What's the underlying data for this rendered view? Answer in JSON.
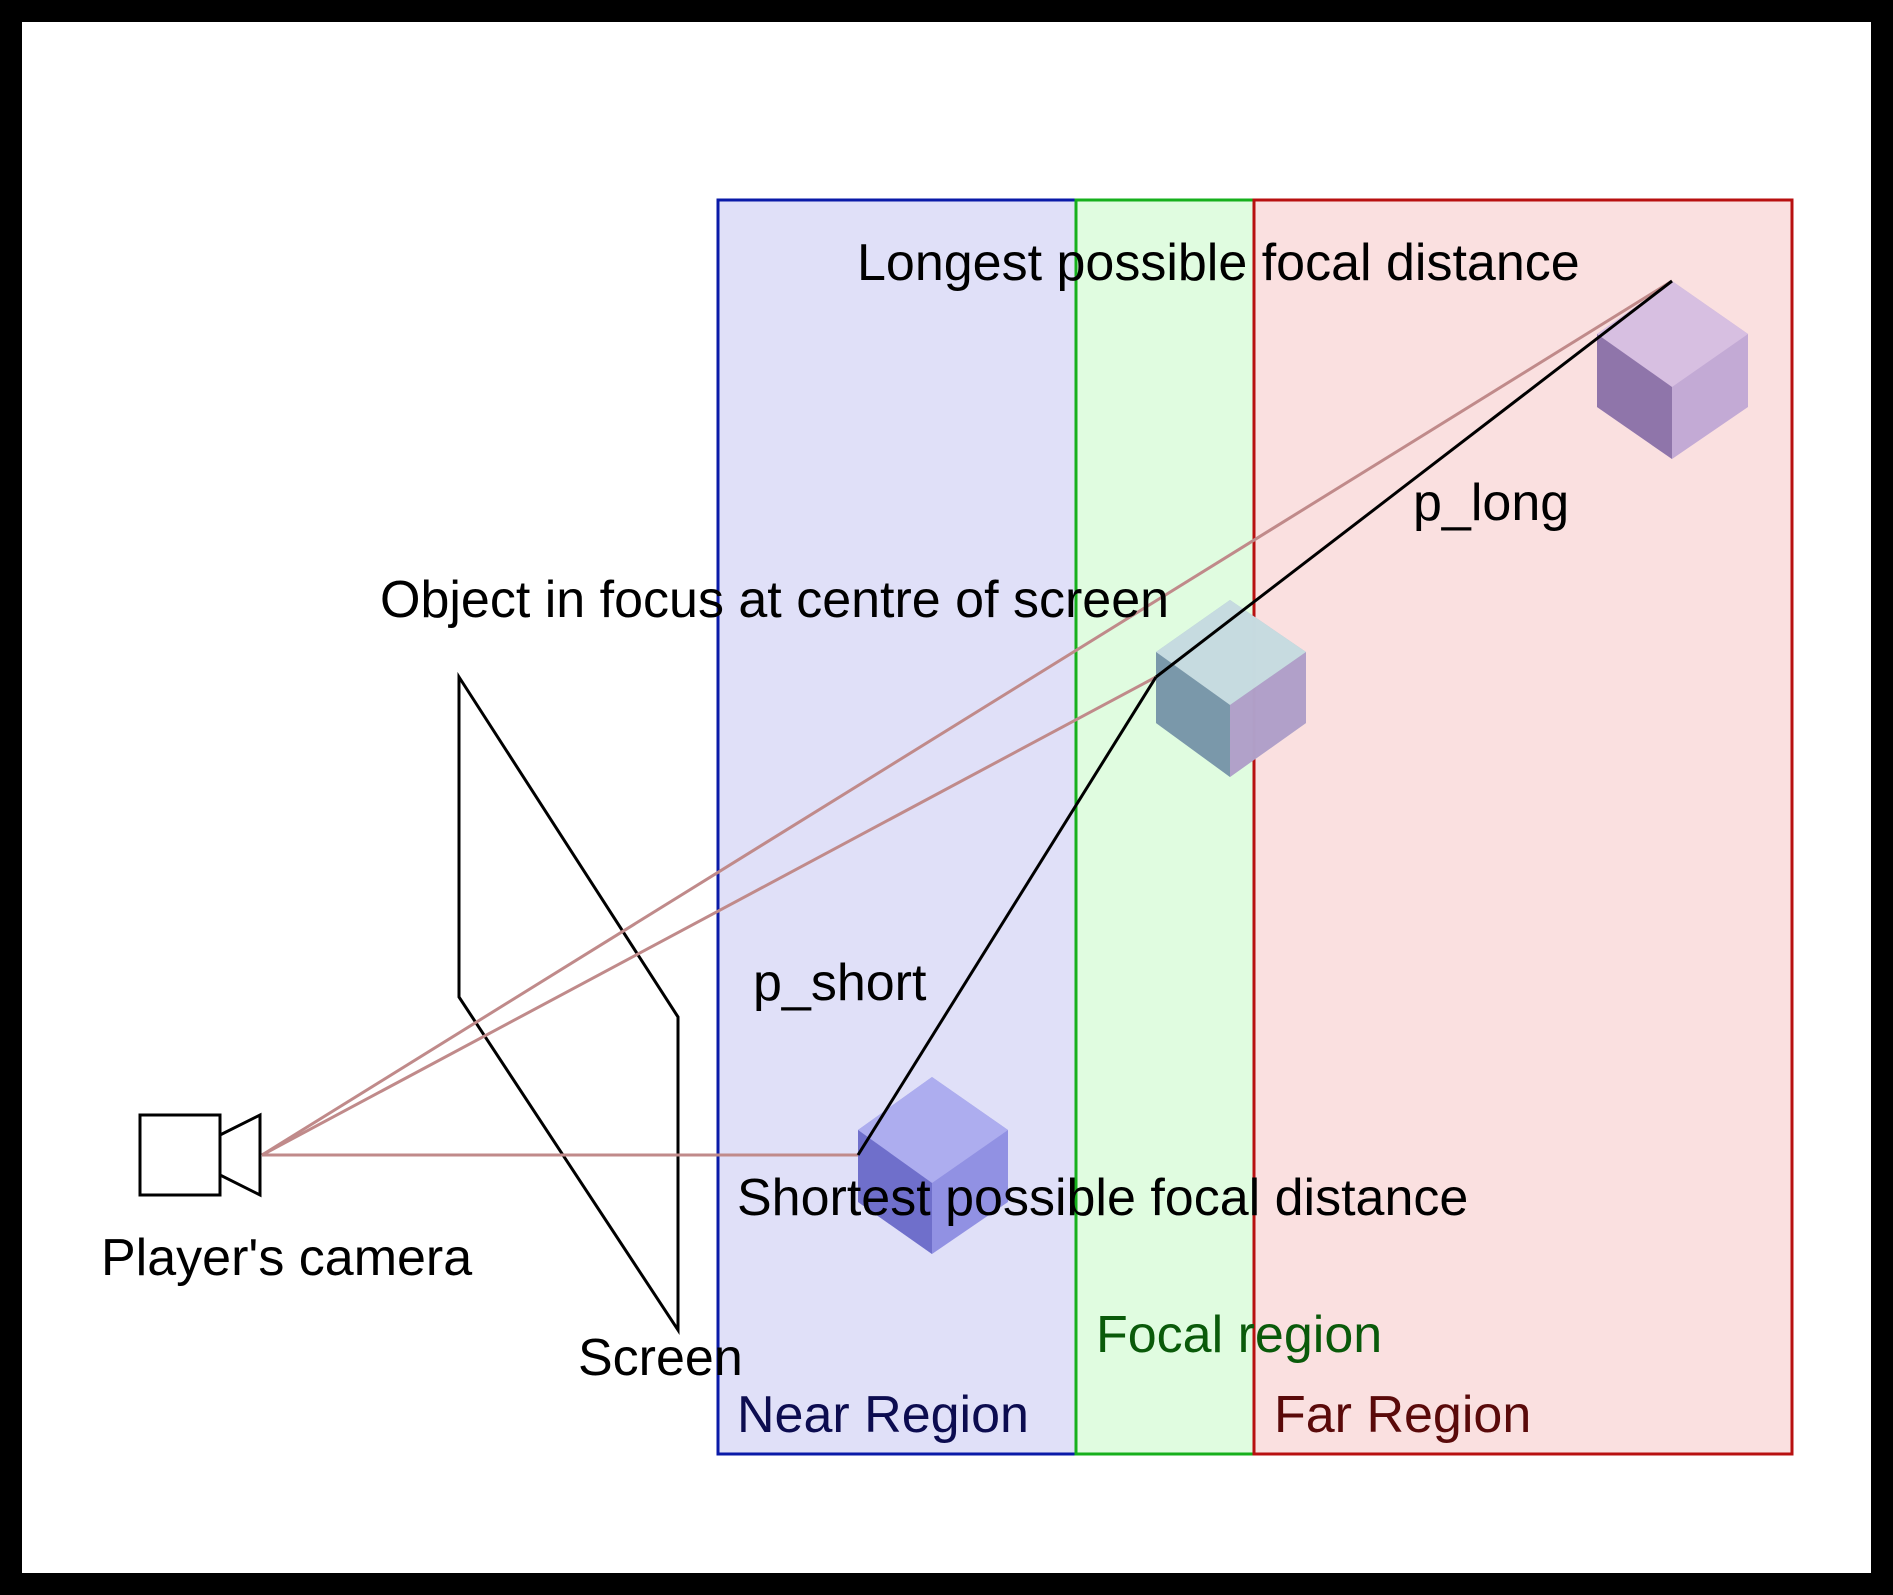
{
  "regions": {
    "near": {
      "label": "Near Region",
      "fill": "#e0e0f8",
      "stroke": "#0a1aa8",
      "text_color": "#0c0c50"
    },
    "focal": {
      "label": "Focal region",
      "fill": "#e0fce0",
      "stroke": "#16b01c",
      "text_color": "#0a5a0a"
    },
    "far": {
      "label": "Far Region",
      "fill": "#fae0e0",
      "stroke": "#b81010",
      "text_color": "#5a0a0a"
    }
  },
  "labels": {
    "longest": "Longest possible focal distance",
    "shortest": "Shortest possible focal distance",
    "object_in_focus": "Object in focus at centre of screen",
    "p_long": "p_long",
    "p_short": "p_short",
    "camera": "Player's camera",
    "screen": "Screen"
  },
  "colors": {
    "background": "#ffffff",
    "border": "#000000",
    "ray": "#c08a8a",
    "ray_inside": "#a07a9a",
    "cube_near": "#7a7ad8",
    "cube_far": "#b89ed0",
    "cube_mid": "#8aaac0"
  },
  "icons": {
    "camera": "video-camera-icon",
    "screen": "screen-plane-icon"
  }
}
